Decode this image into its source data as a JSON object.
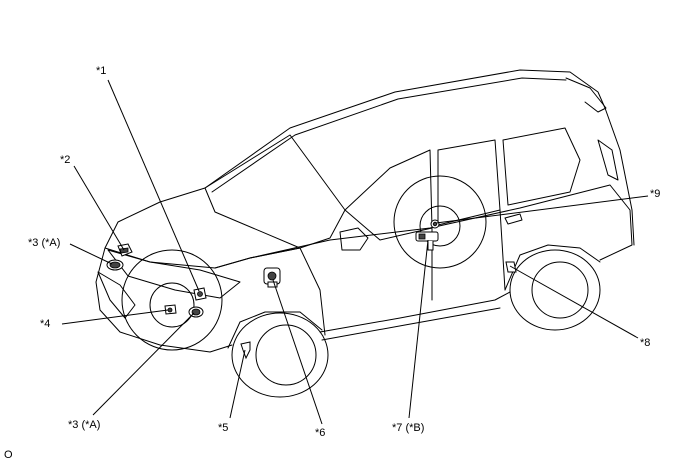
{
  "callouts": [
    {
      "id": "c1",
      "text": "*1"
    },
    {
      "id": "c2",
      "text": "*2"
    },
    {
      "id": "c3a_top",
      "text": "*3 (*A)"
    },
    {
      "id": "c4",
      "text": "*4"
    },
    {
      "id": "c3a_bottom",
      "text": "*3 (*A)"
    },
    {
      "id": "c5",
      "text": "*5"
    },
    {
      "id": "c6",
      "text": "*6"
    },
    {
      "id": "c7",
      "text": "*7 (*B)"
    },
    {
      "id": "c8",
      "text": "*8"
    },
    {
      "id": "c9",
      "text": "*9"
    }
  ],
  "corner_mark": "O"
}
